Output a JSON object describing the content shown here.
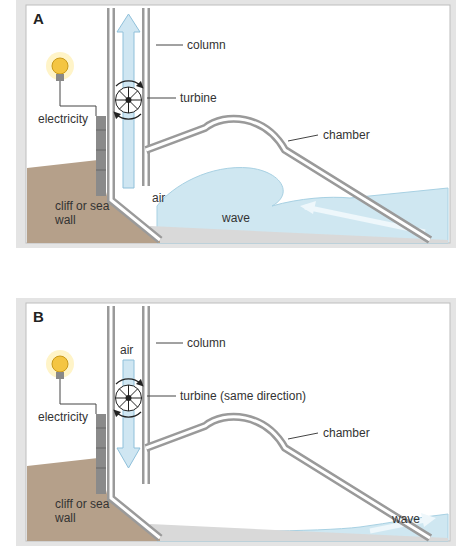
{
  "diagram": {
    "nodes": [
      {
        "text": [
          "A"
        ]
      },
      {
        "text": [
          "B"
        ]
      }
    ],
    "labels": [
      "column",
      "turbine",
      "electricity",
      "chamber",
      "air",
      "cliff or sea wall",
      "wave",
      "column",
      "air",
      "turbine (same direction)",
      "electricity",
      "chamber",
      "cliff or sea wall",
      "wave"
    ]
  }
}
